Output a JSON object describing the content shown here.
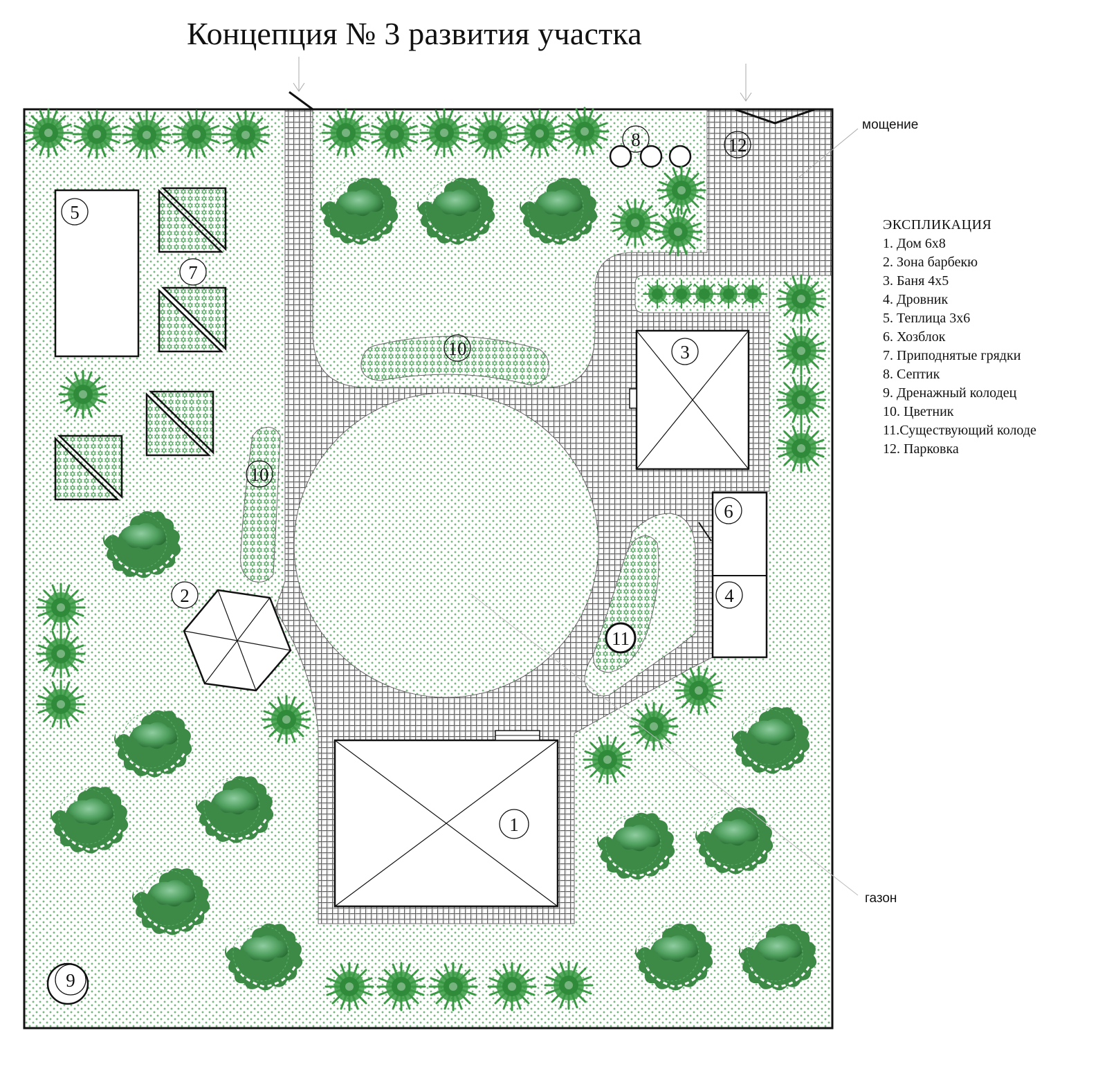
{
  "title": "Концепция № 3 развития участка",
  "callouts": {
    "paving": "мощение",
    "lawn": "газон"
  },
  "legend": {
    "heading": "ЭКСПЛИКАЦИЯ",
    "items": [
      "1. Дом 6х8",
      "2. Зона барбекю",
      "3. Баня 4х5",
      "4. Дровник",
      "5. Теплица 3х6",
      "6. Хозблок",
      "7. Приподнятые грядки",
      "8. Септик",
      "9. Дренажный колодец",
      "10. Цветник",
      "11.Существующий колоде",
      "12. Парковка"
    ]
  },
  "markers": {
    "house": "1",
    "bbq": "2",
    "bathhouse": "3",
    "woodshed": "4",
    "greenhouse": "5",
    "utility": "6",
    "raised_beds": "7",
    "septic": "8",
    "drainage_well": "9",
    "flowerbed_top": "10",
    "flowerbed_left": "10",
    "existing_well": "11",
    "parking": "12"
  },
  "colors": {
    "lawn_dot": "#3f9a4a",
    "tree_light": "#5fae6e",
    "tree_dark": "#2f7a3a",
    "shrub": "#3a9a44",
    "paving_line": "#555555",
    "outline": "#111111"
  }
}
